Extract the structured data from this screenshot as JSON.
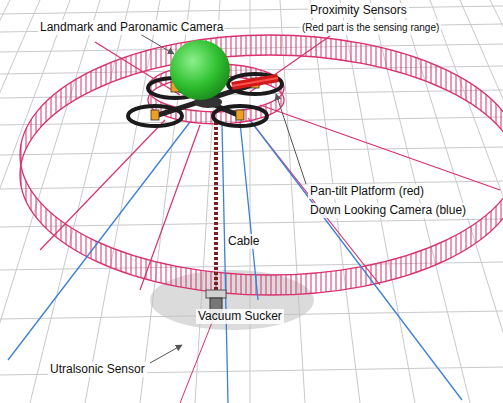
{
  "diagram": {
    "labels": [
      "Landmark and Paronamic Camera",
      "Proximity Sensors",
      "(Red part is the sensing range)",
      "Pan-tilt Platform (red)",
      "Down Looking Camera (blue)",
      "Cable",
      "Vacuum Sucker",
      "Utralsonic Sensor"
    ]
  }
}
